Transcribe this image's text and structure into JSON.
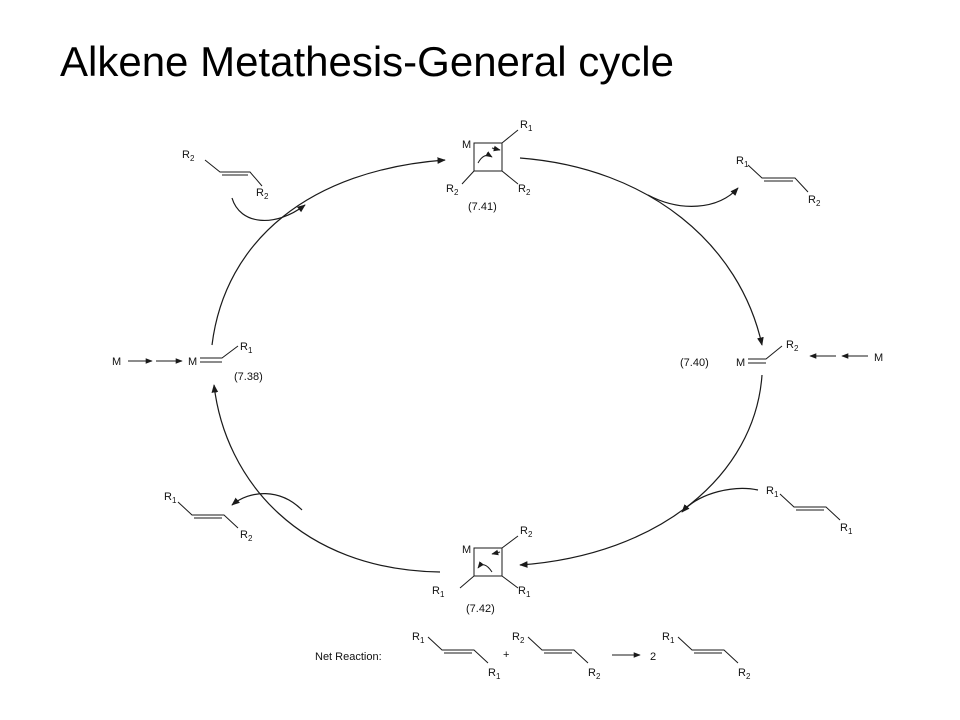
{
  "title": "Alkene Metathesis-General cycle",
  "metal": "M",
  "substituents": {
    "r": "R",
    "one": "1",
    "two": "2"
  },
  "compounds": {
    "c738": "(7.38)",
    "c740": "(7.40)",
    "c741": "(7.41)",
    "c742": "(7.42)"
  },
  "net_reaction": {
    "label": "Net Reaction:",
    "plus": "+",
    "coefficient": "2"
  },
  "colors": {
    "ink": "#1a1a1a",
    "background": "#ffffff"
  }
}
